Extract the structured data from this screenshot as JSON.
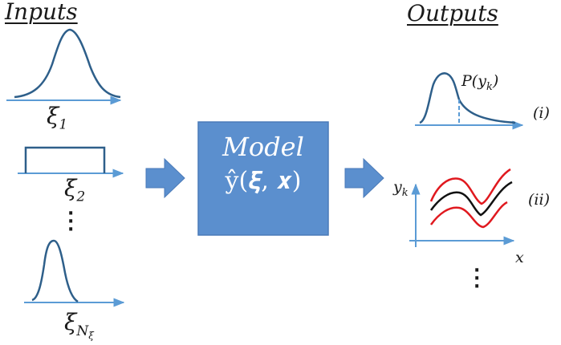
{
  "headings": {
    "inputs": "Inputs",
    "outputs": "Outputs"
  },
  "inputs": {
    "xi1": {
      "base": "ξ",
      "sub": "1"
    },
    "xi2": {
      "base": "ξ",
      "sub": "2"
    },
    "xiN": {
      "base": "ξ",
      "sub": "N",
      "subsub": "ξ"
    }
  },
  "model": {
    "line1": "Model",
    "line2": "ŷ(𝝃, 𝒙)"
  },
  "outputs": {
    "pdf_label": {
      "text": "P(y",
      "sub": "k",
      "close": ")"
    },
    "marker_i": "(i)",
    "marker_ii": "(ii)",
    "y_axis": {
      "base": "y",
      "sub": "k"
    },
    "x_axis": "x"
  },
  "colors": {
    "curve": "#2e5f8a",
    "axis": "#5b9bd5",
    "model_box": "#5b8fce",
    "arrow": "#5b8fce",
    "band": "#e0191f",
    "mean": "#111111"
  },
  "icons": {
    "ellipsis": "vertical-ellipsis-icon",
    "flow": "block-arrow-icon"
  }
}
